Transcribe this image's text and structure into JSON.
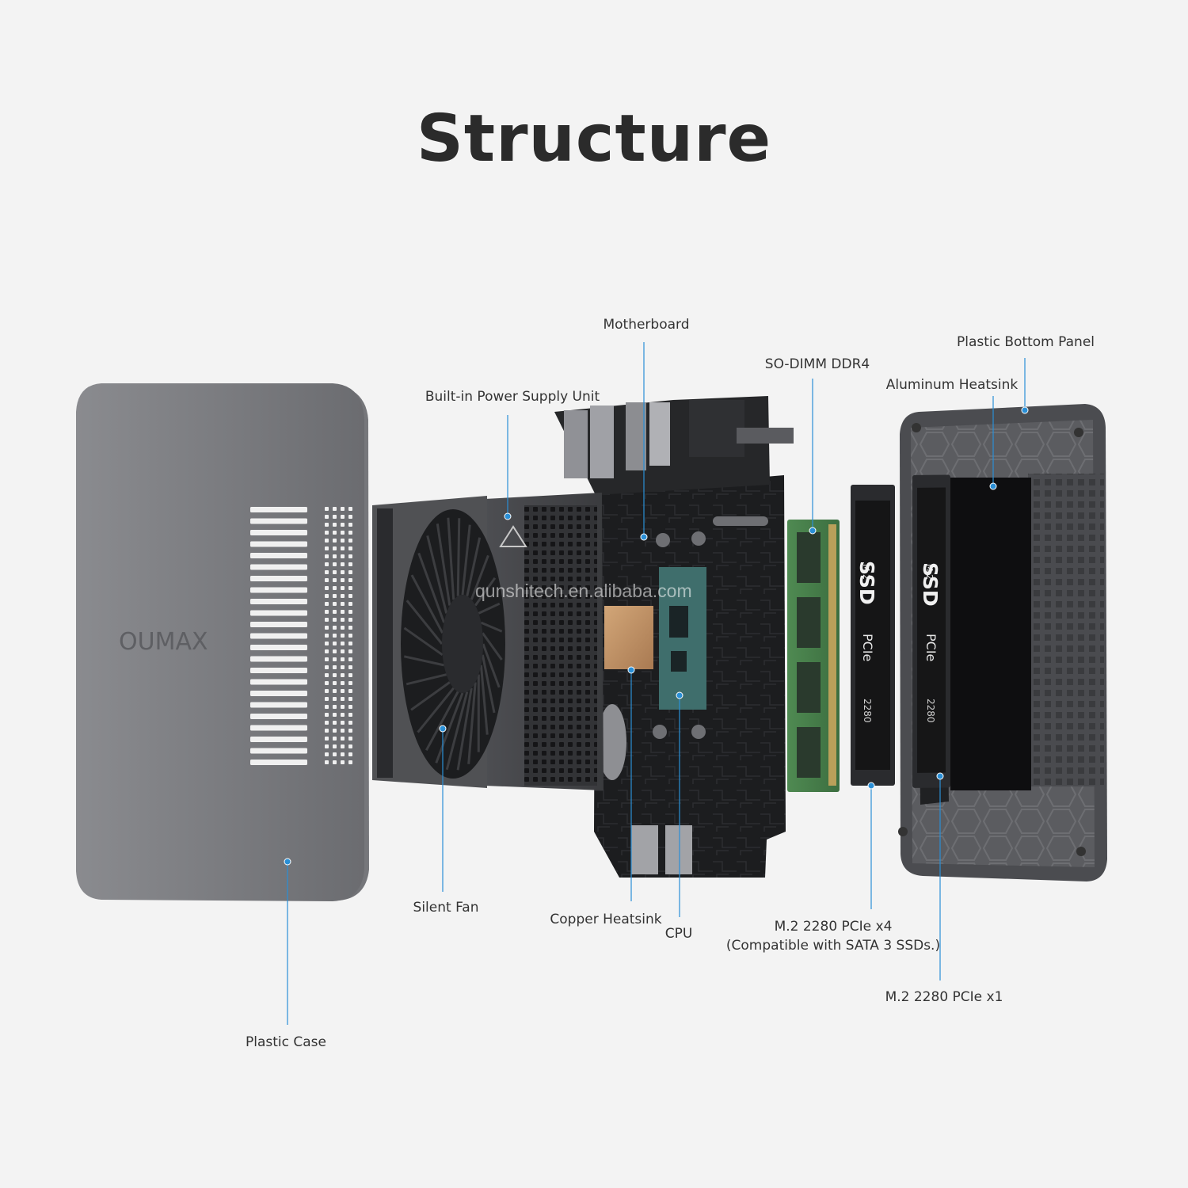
{
  "title": "Structure",
  "brand": "OUMAX",
  "watermark": "qunshitech.en.alibaba.com",
  "ssd_label_small": "M.2",
  "ssd_label_big": "SSD",
  "ssd_label_type": "PCIe",
  "ssd_label_size": "2280",
  "accent_color": "#2a8fd6",
  "callouts": {
    "motherboard": "Motherboard",
    "psu": "Built-in Power Supply Unit",
    "dimm": "SO-DIMM DDR4",
    "bottom_panel": "Plastic Bottom Panel",
    "al_heatsink": "Aluminum Heatsink",
    "silent_fan": "Silent Fan",
    "copper_heatsink": "Copper Heatsink",
    "cpu": "CPU",
    "m2_x4_line1": "M.2 2280 PCIe x4",
    "m2_x4_line2": "(Compatible with SATA 3 SSDs.)",
    "m2_x1": "M.2 2280 PCIe x1",
    "plastic_case": "Plastic Case"
  }
}
